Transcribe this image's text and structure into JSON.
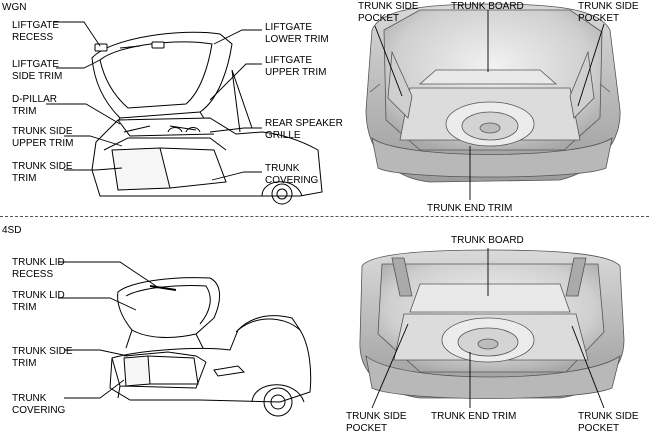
{
  "sections": {
    "wgn": "WGN",
    "sd4": "4SD"
  },
  "wgn_labels": {
    "liftgate_recess": "LIFTGATE\nRECESS",
    "liftgate_side_trim": "LIFTGATE\nSIDE TRIM",
    "d_pillar_trim": "D-PILLAR\nTRIM",
    "trunk_side_upper_trim": "TRUNK SIDE\nUPPER TRIM",
    "trunk_side_trim": "TRUNK SIDE\nTRIM",
    "liftgate_lower_trim": "LIFTGATE\nLOWER TRIM",
    "liftgate_upper_trim": "LIFTGATE\nUPPER TRIM",
    "rear_speaker_grille": "REAR SPEAKER\nGRILLE",
    "trunk_covering": "TRUNK\nCOVERING",
    "trunk_side_pocket_l": "TRUNK SIDE\nPOCKET",
    "trunk_board": "TRUNK BOARD",
    "trunk_side_pocket_r": "TRUNK SIDE\nPOCKET",
    "trunk_end_trim": "TRUNK END TRIM"
  },
  "sd4_labels": {
    "trunk_lid_recess": "TRUNK LID\nRECESS",
    "trunk_lid_trim": "TRUNK LID\nTRIM",
    "trunk_side_trim": "TRUNK SIDE\nTRIM",
    "trunk_covering": "TRUNK\nCOVERING",
    "trunk_board": "TRUNK BOARD",
    "trunk_side_pocket_l": "TRUNK SIDE\nPOCKET",
    "trunk_end_trim": "TRUNK END TRIM",
    "trunk_side_pocket_r": "TRUNK SIDE\nPOCKET"
  }
}
